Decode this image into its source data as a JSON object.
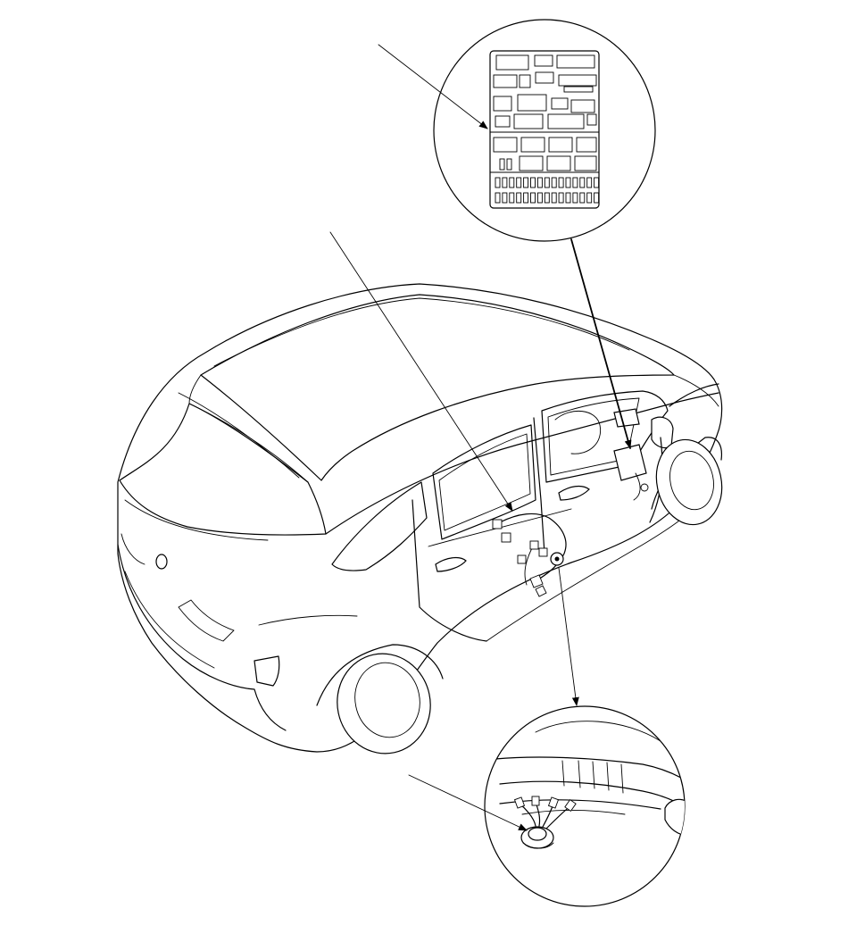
{
  "diagram": {
    "type": "component-location-illustration",
    "callouts": [
      {
        "id": "fuse-relay-box",
        "label": ""
      },
      {
        "id": "harness-connector",
        "label": ""
      },
      {
        "id": "ground-terminal",
        "label": ""
      }
    ],
    "colors": {
      "line": "#000000",
      "background": "#ffffff"
    }
  }
}
